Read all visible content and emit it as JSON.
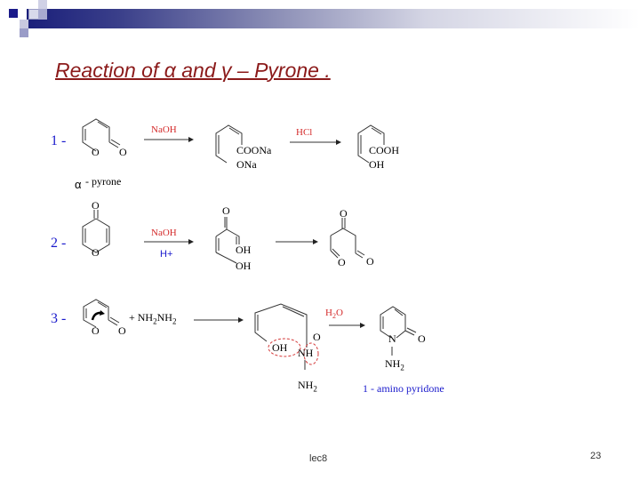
{
  "slide": {
    "title": "Reaction of α and γ – Pyrone .",
    "footer_label": "lec8",
    "page_number": "23"
  },
  "colors": {
    "title": "#8b1a1a",
    "reagent": "#d42a2a",
    "step_number": "#1a1acc",
    "header_dark": "#1a1f7a"
  },
  "reactions": [
    {
      "number": "1 -",
      "reactant_label_greek": "α",
      "reactant_label": "- pyrone",
      "reactant_atoms": [
        "O",
        "O"
      ],
      "step1_reagent": "NaOH",
      "intermediate_groups": [
        "COONa",
        "ONa"
      ],
      "step2_reagent": "HCl",
      "product_groups": [
        "COOH",
        "OH"
      ]
    },
    {
      "number": "2 -",
      "reactant_atoms": [
        "O",
        "O"
      ],
      "reagent_top": "NaOH",
      "reagent_bottom": "H+",
      "intermediate_groups": [
        "O",
        "OH",
        "OH"
      ],
      "product_atoms": [
        "O",
        "O",
        "O"
      ]
    },
    {
      "number": "3 -",
      "reactant_atoms": [
        "O",
        "O"
      ],
      "plus_reagent": "+ NH",
      "reagent_sub1": "2",
      "reagent_mid": "NH",
      "reagent_sub2": "2",
      "intermediate_groups": [
        "O",
        "OH",
        "NH",
        "NH",
        "2"
      ],
      "step2_reagent": "H",
      "step2_sub": "2",
      "step2_tail": "O",
      "product_atoms": [
        "N",
        "O",
        "NH",
        "2"
      ],
      "product_label": "1 - amino pyridone"
    }
  ]
}
